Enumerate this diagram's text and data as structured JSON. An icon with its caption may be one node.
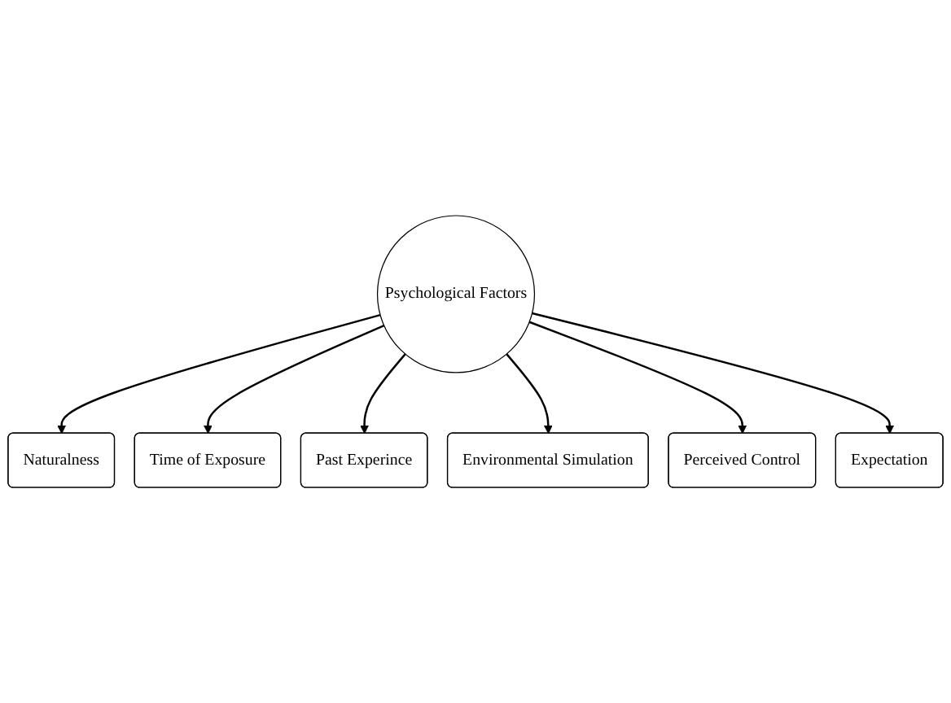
{
  "diagram": {
    "nodes": [
      {
        "text": [
          "Psychological Factors"
        ]
      },
      {
        "text": [
          "Naturalness"
        ]
      },
      {
        "text": [
          "Time of Exposure"
        ]
      },
      {
        "text": [
          "Past Experince"
        ]
      },
      {
        "text": [
          "Environmental Simulation"
        ]
      },
      {
        "text": [
          "Perceived Control"
        ]
      },
      {
        "text": [
          "Expectation"
        ]
      }
    ],
    "edges": [
      {
        "from": 0,
        "to": 1,
        "arrow": "to"
      },
      {
        "from": 0,
        "to": 2,
        "arrow": "to"
      },
      {
        "from": 0,
        "to": 3,
        "arrow": "to"
      },
      {
        "from": 0,
        "to": 4,
        "arrow": "to"
      },
      {
        "from": 0,
        "to": 5,
        "arrow": "to"
      },
      {
        "from": 0,
        "to": 6,
        "arrow": "to"
      }
    ]
  }
}
